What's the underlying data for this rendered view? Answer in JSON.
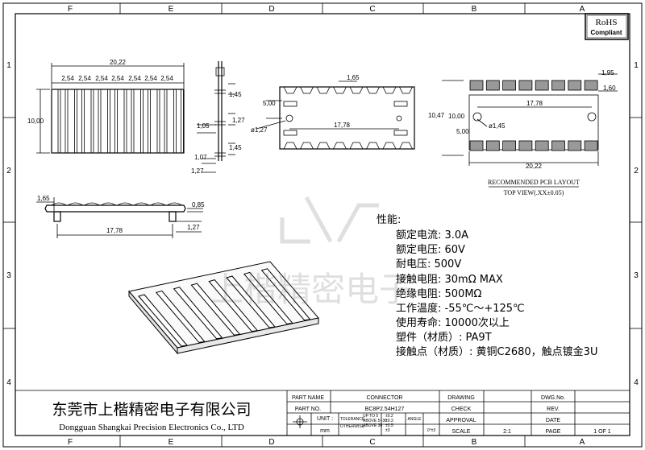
{
  "frame": {
    "columns": [
      "F",
      "E",
      "D",
      "C",
      "B",
      "A"
    ],
    "rows": [
      "1",
      "2",
      "3",
      "4"
    ]
  },
  "rohs": {
    "line1": "RoHS",
    "line2": "Compliant"
  },
  "dims": {
    "total_width": "20,22",
    "pitch": "2,54",
    "height": "10,00",
    "side_145": "1,45",
    "side_127": "1,27",
    "side_105": "1,05",
    "side_107": "1,07",
    "side_127b": "1,27",
    "bot_165": "1,65",
    "bot_085": "0,85",
    "bot_1778": "17,78",
    "bot_127": "1,27",
    "mid_165": "1,65",
    "mid_500": "5,00",
    "mid_1778": "17,78",
    "mid_hole": "ø1,27",
    "pcb_195": "1,95",
    "pcb_160": "1,60",
    "pcb_1047": "10,47",
    "pcb_1000": "10,00",
    "pcb_500": "5,00",
    "pcb_1778": "17,78",
    "pcb_hole": "ø1,45",
    "pcb_2022": "20,22"
  },
  "pcb_layout": {
    "title": "RECOMMENDED PCB LAYOUT",
    "subtitle": "TOP VIEW(.XX±0.05)"
  },
  "watermark": "上楷精密电子",
  "specs": {
    "heading": "性能:",
    "lines": [
      "额定电流: 3.0A",
      "额定电压: 60V",
      "耐电压: 500V",
      "接触电阻: 30mΩ  MAX",
      "绝缘电阻: 500MΩ",
      "工作温度: -55℃～+125℃",
      "使用寿命: 10000次以上",
      "塑件（材质）: PA9T",
      "接触点（材质）: 黄铜C2680，触点镀金3U"
    ]
  },
  "company": {
    "name_cn": "东莞市上楷精密电子有限公司",
    "name_en": "Dongguan Shangkai Precision Electronics Co., LTD"
  },
  "title_block": {
    "part_name_label": "PART NAME",
    "part_name": "CONNECTOR",
    "part_no_label": "PART NO.",
    "part_no": "BC8P2.54H127",
    "unit_label": "UNIT :",
    "unit": "mm",
    "tol_label": "TOLERANCE",
    "otherwise_label": "OTHERWISE",
    "up_to": "UP TO 5",
    "above_5_30": "ABOVE 5~30",
    "above_30": "ABOVE 30",
    "tol1": "±0.2",
    "tol2": "±0.3",
    "tol3": "±0.5",
    "tol4": "±3",
    "angle": "ANGLE",
    "angle_tol": "0°±3",
    "drawing_label": "DRAWING",
    "check_label": "CHECK",
    "approval_label": "APPROVAL",
    "scale_label": "SCALE",
    "scale": "2:1",
    "dwg_label": "DWG.No.",
    "rev_label": "REV.",
    "date_label": "DATE",
    "page_label": "PAGE",
    "page": "1 OF 1"
  }
}
